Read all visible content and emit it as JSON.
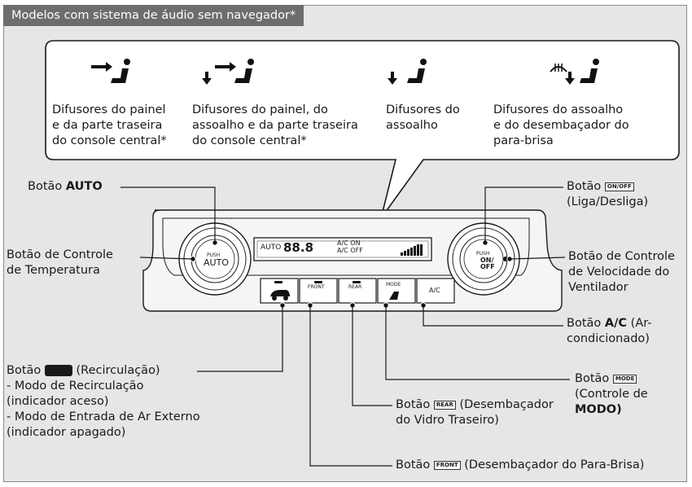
{
  "header": "Modelos com sistema de áudio sem navegador*",
  "modes": [
    {
      "line1": "Difusores do painel",
      "line2": "e da parte traseira",
      "line3": "do console central*"
    },
    {
      "line1": "Difusores do painel, do",
      "line2": "assoalho e da parte traseira",
      "line3": "do console central*"
    },
    {
      "line1": "Difusores do",
      "line2": "assoalho",
      "line3": ""
    },
    {
      "line1": "Difusores do assoalho",
      "line2": "e do desembaçador do",
      "line3": "para-brisa"
    }
  ],
  "labels": {
    "auto_prefix": "Botão",
    "auto_bold": "AUTO",
    "temp_line1": "Botão de Controle",
    "temp_line2": "de Temperatura",
    "onoff_prefix": "Botão",
    "onoff_line2": "(Liga/Desliga)",
    "fan_line1": "Botão de Controle",
    "fan_line2": "de Velocidade do",
    "fan_line3": "Ventilador",
    "ac_prefix": "Botão",
    "ac_bold": "A/C",
    "ac_rest": "(Ar-",
    "ac_line2": "condicionado)",
    "recirc_prefix": "Botão",
    "recirc_rest": "(Recirculação)",
    "recirc_line2": "- Modo de Recirculação",
    "recirc_line3": "(indicador aceso)",
    "recirc_line4": "- Modo de Entrada de Ar Externo",
    "recirc_line5": "(indicador apagado)",
    "mode_prefix": "Botão",
    "mode_line2": "(Controle de",
    "mode_line3": "MODO)",
    "rear_prefix": "Botão",
    "rear_rest": "(Desembaçador",
    "rear_line2": "do Vidro Traseiro)",
    "front_prefix": "Botão",
    "front_rest": "(Desembaçador do Para-Brisa)"
  },
  "panel": {
    "display_auto": "AUTO",
    "display_temp": "88.8",
    "display_ac_on": "A/C ON",
    "display_ac_off": "A/C OFF",
    "knob_left_push": "PUSH",
    "knob_left_main": "AUTO",
    "knob_right_push": "PUSH",
    "knob_right_on": "ON/",
    "knob_right_off": "OFF",
    "btn_front": "FRONT",
    "btn_rear": "REAR",
    "btn_mode": "MODE",
    "btn_ac": "A/C"
  },
  "badges": {
    "onoff": "ON/OFF",
    "mode": "MODE",
    "rear": "REAR",
    "front": "FRONT"
  }
}
